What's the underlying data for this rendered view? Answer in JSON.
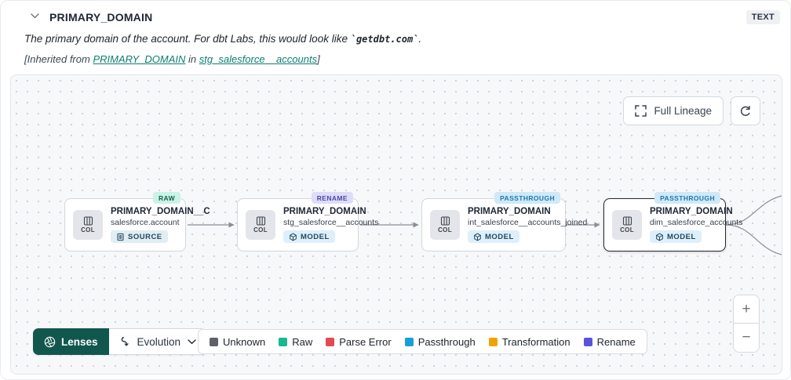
{
  "header": {
    "title": "PRIMARY_DOMAIN",
    "type_badge": "TEXT",
    "description": {
      "prefix": "The primary domain of the account. For dbt Labs, this would look like ",
      "code": "`getdbt.com`",
      "suffix": "."
    },
    "inherited": {
      "prefix": "[Inherited from ",
      "column_link": "PRIMARY_DOMAIN",
      "middle": " in ",
      "model_link": "stg_salesforce__accounts",
      "suffix": "]"
    }
  },
  "toolbar": {
    "full_lineage": "Full Lineage"
  },
  "nodes": [
    {
      "status": "RAW",
      "status_bg": "#c9f3e5",
      "status_color": "#14604f",
      "col": "COL",
      "title": "PRIMARY_DOMAIN__C",
      "subtitle": "salesforce.account",
      "kind": "SOURCE",
      "kind_bg": "#e0edf2"
    },
    {
      "status": "RENAME",
      "status_bg": "#dedcfa",
      "status_color": "#4947a8",
      "col": "COL",
      "title": "PRIMARY_DOMAIN",
      "subtitle": "stg_salesforce__accounts",
      "kind": "MODEL",
      "kind_bg": "#ddeffa"
    },
    {
      "status": "PASSTHROUGH",
      "status_bg": "#cfe9f9",
      "status_color": "#1c79ad",
      "col": "COL",
      "title": "PRIMARY_DOMAIN",
      "subtitle": "int_salesforce__accounts_joined",
      "kind": "MODEL",
      "kind_bg": "#ddeffa"
    },
    {
      "status": "PASSTHROUGH",
      "status_bg": "#cfe9f9",
      "status_color": "#1c79ad",
      "col": "COL",
      "title": "PRIMARY_DOMAIN",
      "subtitle": "dim_salesforce_accounts",
      "kind": "MODEL",
      "kind_bg": "#ddeffa"
    }
  ],
  "lenses": {
    "button": "Lenses",
    "selected_lens": "Evolution"
  },
  "legend": [
    {
      "label": "Unknown",
      "color": "#5d6069"
    },
    {
      "label": "Raw",
      "color": "#17b890"
    },
    {
      "label": "Parse Error",
      "color": "#e14b55"
    },
    {
      "label": "Passthrough",
      "color": "#189fd8"
    },
    {
      "label": "Transformation",
      "color": "#f0a202"
    },
    {
      "label": "Rename",
      "color": "#5a54d8"
    }
  ],
  "zoom_controls": {
    "zoom_in": "+",
    "zoom_out": "−"
  },
  "colors": {
    "accent_teal_link": "#0e7d71",
    "lenses_green": "#12574e",
    "canvas_bg": "#f7f8fa",
    "edge": "#898f96"
  }
}
